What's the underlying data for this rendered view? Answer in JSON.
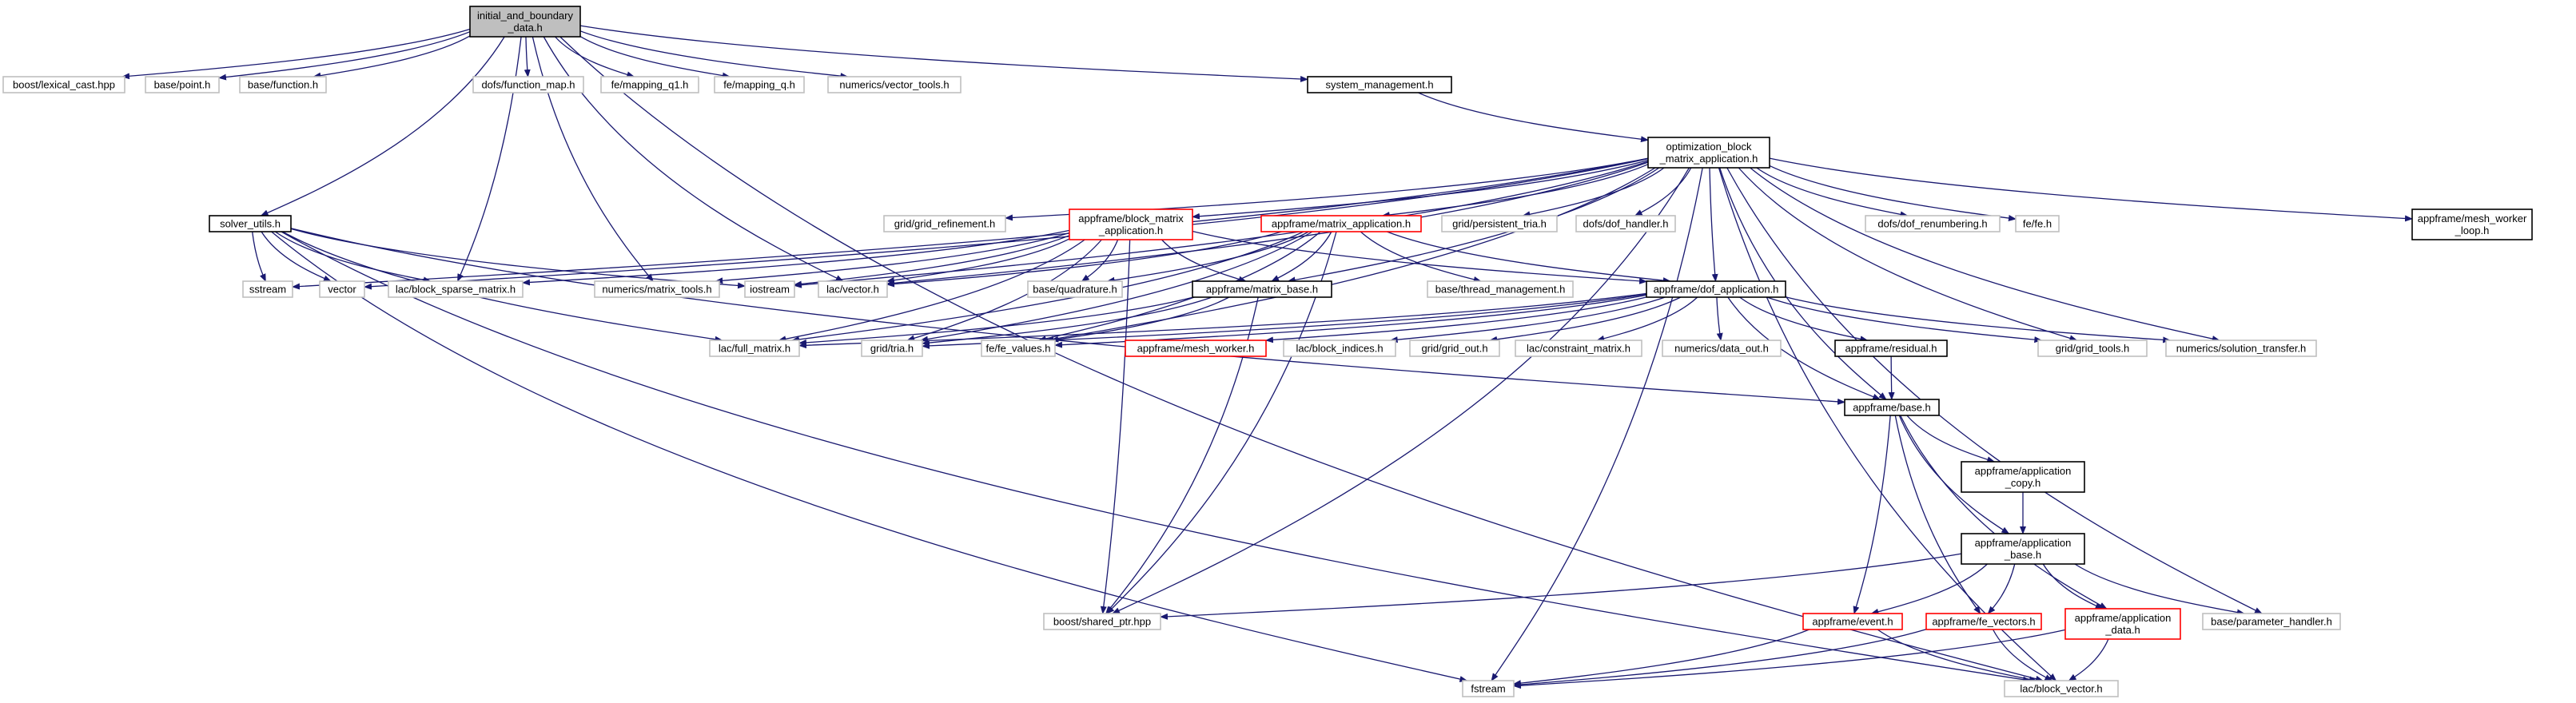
{
  "colors": {
    "edge": "#191970",
    "border_default": "#000000",
    "border_external": "#bfbfbf",
    "border_incomplete": "#ff0000",
    "fill_root": "#bfbfbf",
    "fill_default": "#ffffff"
  },
  "nodes": [
    {
      "id": "root",
      "lines": [
        "initial_and_boundary",
        "_data.h"
      ],
      "style": "root"
    },
    {
      "id": "boost_lexical_cast",
      "lines": [
        "boost/lexical_cast.hpp"
      ],
      "style": "external"
    },
    {
      "id": "base_point",
      "lines": [
        "base/point.h"
      ],
      "style": "external"
    },
    {
      "id": "base_function",
      "lines": [
        "base/function.h"
      ],
      "style": "external"
    },
    {
      "id": "dofs_function_map",
      "lines": [
        "dofs/function_map.h"
      ],
      "style": "external"
    },
    {
      "id": "fe_mapping_q1",
      "lines": [
        "fe/mapping_q1.h"
      ],
      "style": "external"
    },
    {
      "id": "fe_mapping_q",
      "lines": [
        "fe/mapping_q.h"
      ],
      "style": "external"
    },
    {
      "id": "numerics_vector_tools",
      "lines": [
        "numerics/vector_tools.h"
      ],
      "style": "external"
    },
    {
      "id": "system_management",
      "lines": [
        "system_management.h"
      ],
      "style": "default"
    },
    {
      "id": "opt_block",
      "lines": [
        "optimization_block",
        "_matrix_application.h"
      ],
      "style": "default"
    },
    {
      "id": "solver_utils",
      "lines": [
        "solver_utils.h"
      ],
      "style": "default"
    },
    {
      "id": "grid_refinement",
      "lines": [
        "grid/grid_refinement.h"
      ],
      "style": "external"
    },
    {
      "id": "af_block_matrix",
      "lines": [
        "appframe/block_matrix",
        "_application.h"
      ],
      "style": "incomplete"
    },
    {
      "id": "af_matrix_app",
      "lines": [
        "appframe/matrix_application.h"
      ],
      "style": "incomplete"
    },
    {
      "id": "grid_persistent",
      "lines": [
        "grid/persistent_tria.h"
      ],
      "style": "external"
    },
    {
      "id": "dofs_dof_handler",
      "lines": [
        "dofs/dof_handler.h"
      ],
      "style": "external"
    },
    {
      "id": "dofs_renumbering",
      "lines": [
        "dofs/dof_renumbering.h"
      ],
      "style": "external"
    },
    {
      "id": "fe_fe",
      "lines": [
        "fe/fe.h"
      ],
      "style": "external"
    },
    {
      "id": "mesh_worker_loop",
      "lines": [
        "appframe/mesh_worker",
        "_loop.h"
      ],
      "style": "default"
    },
    {
      "id": "sstream",
      "lines": [
        "sstream"
      ],
      "style": "external"
    },
    {
      "id": "vector",
      "lines": [
        "vector"
      ],
      "style": "external"
    },
    {
      "id": "lac_block_sparse",
      "lines": [
        "lac/block_sparse_matrix.h"
      ],
      "style": "external"
    },
    {
      "id": "numerics_matrix_tools",
      "lines": [
        "numerics/matrix_tools.h"
      ],
      "style": "external"
    },
    {
      "id": "iostream",
      "lines": [
        "iostream"
      ],
      "style": "external"
    },
    {
      "id": "lac_vector",
      "lines": [
        "lac/vector.h"
      ],
      "style": "external"
    },
    {
      "id": "base_quadrature",
      "lines": [
        "base/quadrature.h"
      ],
      "style": "external"
    },
    {
      "id": "base_thread",
      "lines": [
        "base/thread_management.h"
      ],
      "style": "external"
    },
    {
      "id": "af_matrix_base",
      "lines": [
        "appframe/matrix_base.h"
      ],
      "style": "default"
    },
    {
      "id": "af_dof_app",
      "lines": [
        "appframe/dof_application.h"
      ],
      "style": "default"
    },
    {
      "id": "lac_full_matrix",
      "lines": [
        "lac/full_matrix.h"
      ],
      "style": "external"
    },
    {
      "id": "grid_tria",
      "lines": [
        "grid/tria.h"
      ],
      "style": "external"
    },
    {
      "id": "fe_values",
      "lines": [
        "fe/fe_values.h"
      ],
      "style": "external"
    },
    {
      "id": "af_mesh_worker",
      "lines": [
        "appframe/mesh_worker.h"
      ],
      "style": "incomplete"
    },
    {
      "id": "lac_block_indices",
      "lines": [
        "lac/block_indices.h"
      ],
      "style": "external"
    },
    {
      "id": "grid_grid_out",
      "lines": [
        "grid/grid_out.h"
      ],
      "style": "external"
    },
    {
      "id": "lac_constraint",
      "lines": [
        "lac/constraint_matrix.h"
      ],
      "style": "external"
    },
    {
      "id": "numerics_data_out",
      "lines": [
        "numerics/data_out.h"
      ],
      "style": "external"
    },
    {
      "id": "af_residual",
      "lines": [
        "appframe/residual.h"
      ],
      "style": "default"
    },
    {
      "id": "grid_grid_tools",
      "lines": [
        "grid/grid_tools.h"
      ],
      "style": "external"
    },
    {
      "id": "numerics_solution",
      "lines": [
        "numerics/solution_transfer.h"
      ],
      "style": "external"
    },
    {
      "id": "af_base",
      "lines": [
        "appframe/base.h"
      ],
      "style": "default"
    },
    {
      "id": "af_app_copy",
      "lines": [
        "appframe/application",
        "_copy.h"
      ],
      "style": "default"
    },
    {
      "id": "af_app_base",
      "lines": [
        "appframe/application",
        "_base.h"
      ],
      "style": "default"
    },
    {
      "id": "boost_shared_ptr",
      "lines": [
        "boost/shared_ptr.hpp"
      ],
      "style": "external"
    },
    {
      "id": "af_event",
      "lines": [
        "appframe/event.h"
      ],
      "style": "incomplete"
    },
    {
      "id": "af_fe_vectors",
      "lines": [
        "appframe/fe_vectors.h"
      ],
      "style": "incomplete"
    },
    {
      "id": "af_app_data",
      "lines": [
        "appframe/application",
        "_data.h"
      ],
      "style": "incomplete"
    },
    {
      "id": "base_param",
      "lines": [
        "base/parameter_handler.h"
      ],
      "style": "external"
    },
    {
      "id": "fstream",
      "lines": [
        "fstream"
      ],
      "style": "external"
    },
    {
      "id": "lac_block_vector",
      "lines": [
        "lac/block_vector.h"
      ],
      "style": "external"
    }
  ],
  "edges": [
    [
      "root",
      "boost_lexical_cast"
    ],
    [
      "root",
      "base_point"
    ],
    [
      "root",
      "base_function"
    ],
    [
      "root",
      "dofs_function_map"
    ],
    [
      "root",
      "fe_mapping_q1"
    ],
    [
      "root",
      "fe_mapping_q"
    ],
    [
      "root",
      "numerics_vector_tools"
    ],
    [
      "root",
      "system_management"
    ],
    [
      "root",
      "solver_utils"
    ],
    [
      "root",
      "lac_block_sparse"
    ],
    [
      "root",
      "numerics_matrix_tools"
    ],
    [
      "root",
      "lac_vector"
    ],
    [
      "root",
      "lac_block_vector"
    ],
    [
      "system_management",
      "opt_block"
    ],
    [
      "opt_block",
      "grid_refinement"
    ],
    [
      "opt_block",
      "af_block_matrix"
    ],
    [
      "opt_block",
      "af_matrix_app"
    ],
    [
      "opt_block",
      "grid_persistent"
    ],
    [
      "opt_block",
      "dofs_dof_handler"
    ],
    [
      "opt_block",
      "dofs_renumbering"
    ],
    [
      "opt_block",
      "fe_fe"
    ],
    [
      "opt_block",
      "mesh_worker_loop"
    ],
    [
      "opt_block",
      "sstream"
    ],
    [
      "opt_block",
      "vector"
    ],
    [
      "opt_block",
      "lac_vector"
    ],
    [
      "opt_block",
      "iostream"
    ],
    [
      "opt_block",
      "af_matrix_base"
    ],
    [
      "opt_block",
      "af_dof_app"
    ],
    [
      "opt_block",
      "grid_grid_tools"
    ],
    [
      "opt_block",
      "numerics_solution"
    ],
    [
      "opt_block",
      "af_base"
    ],
    [
      "opt_block",
      "boost_shared_ptr"
    ],
    [
      "opt_block",
      "base_param"
    ],
    [
      "opt_block",
      "lac_block_vector"
    ],
    [
      "opt_block",
      "fstream"
    ],
    [
      "opt_block",
      "fe_values"
    ],
    [
      "solver_utils",
      "sstream"
    ],
    [
      "solver_utils",
      "vector"
    ],
    [
      "solver_utils",
      "lac_block_sparse"
    ],
    [
      "solver_utils",
      "iostream"
    ],
    [
      "solver_utils",
      "lac_full_matrix"
    ],
    [
      "solver_utils",
      "af_base"
    ],
    [
      "solver_utils",
      "fstream"
    ],
    [
      "solver_utils",
      "lac_block_vector"
    ],
    [
      "af_block_matrix",
      "lac_block_sparse"
    ],
    [
      "af_block_matrix",
      "numerics_matrix_tools"
    ],
    [
      "af_block_matrix",
      "iostream"
    ],
    [
      "af_block_matrix",
      "lac_vector"
    ],
    [
      "af_block_matrix",
      "base_quadrature"
    ],
    [
      "af_block_matrix",
      "af_matrix_base"
    ],
    [
      "af_block_matrix",
      "af_dof_app"
    ],
    [
      "af_block_matrix",
      "lac_full_matrix"
    ],
    [
      "af_block_matrix",
      "grid_tria"
    ],
    [
      "af_block_matrix",
      "boost_shared_ptr"
    ],
    [
      "af_matrix_app",
      "lac_vector"
    ],
    [
      "af_matrix_app",
      "base_quadrature"
    ],
    [
      "af_matrix_app",
      "base_thread"
    ],
    [
      "af_matrix_app",
      "af_matrix_base"
    ],
    [
      "af_matrix_app",
      "af_dof_app"
    ],
    [
      "af_matrix_app",
      "lac_full_matrix"
    ],
    [
      "af_matrix_app",
      "grid_tria"
    ],
    [
      "af_matrix_app",
      "fe_values"
    ],
    [
      "af_matrix_app",
      "boost_shared_ptr"
    ],
    [
      "af_matrix_base",
      "lac_full_matrix"
    ],
    [
      "af_matrix_base",
      "grid_tria"
    ],
    [
      "af_matrix_base",
      "fe_values"
    ],
    [
      "af_matrix_base",
      "boost_shared_ptr"
    ],
    [
      "af_dof_app",
      "lac_full_matrix"
    ],
    [
      "af_dof_app",
      "grid_tria"
    ],
    [
      "af_dof_app",
      "fe_values"
    ],
    [
      "af_dof_app",
      "af_mesh_worker"
    ],
    [
      "af_dof_app",
      "lac_block_indices"
    ],
    [
      "af_dof_app",
      "grid_grid_out"
    ],
    [
      "af_dof_app",
      "lac_constraint"
    ],
    [
      "af_dof_app",
      "numerics_data_out"
    ],
    [
      "af_dof_app",
      "af_residual"
    ],
    [
      "af_dof_app",
      "grid_grid_tools"
    ],
    [
      "af_dof_app",
      "numerics_solution"
    ],
    [
      "af_dof_app",
      "af_base"
    ],
    [
      "af_residual",
      "af_base"
    ],
    [
      "af_base",
      "af_app_copy"
    ],
    [
      "af_base",
      "af_app_base"
    ],
    [
      "af_base",
      "af_event"
    ],
    [
      "af_base",
      "af_fe_vectors"
    ],
    [
      "af_base",
      "af_app_data"
    ],
    [
      "af_app_copy",
      "af_app_base"
    ],
    [
      "af_app_base",
      "boost_shared_ptr"
    ],
    [
      "af_app_base",
      "af_event"
    ],
    [
      "af_app_base",
      "af_fe_vectors"
    ],
    [
      "af_app_base",
      "af_app_data"
    ],
    [
      "af_app_base",
      "base_param"
    ],
    [
      "af_event",
      "fstream"
    ],
    [
      "af_event",
      "lac_block_vector"
    ],
    [
      "af_fe_vectors",
      "fstream"
    ],
    [
      "af_fe_vectors",
      "lac_block_vector"
    ],
    [
      "af_app_data",
      "fstream"
    ],
    [
      "af_app_data",
      "lac_block_vector"
    ]
  ]
}
